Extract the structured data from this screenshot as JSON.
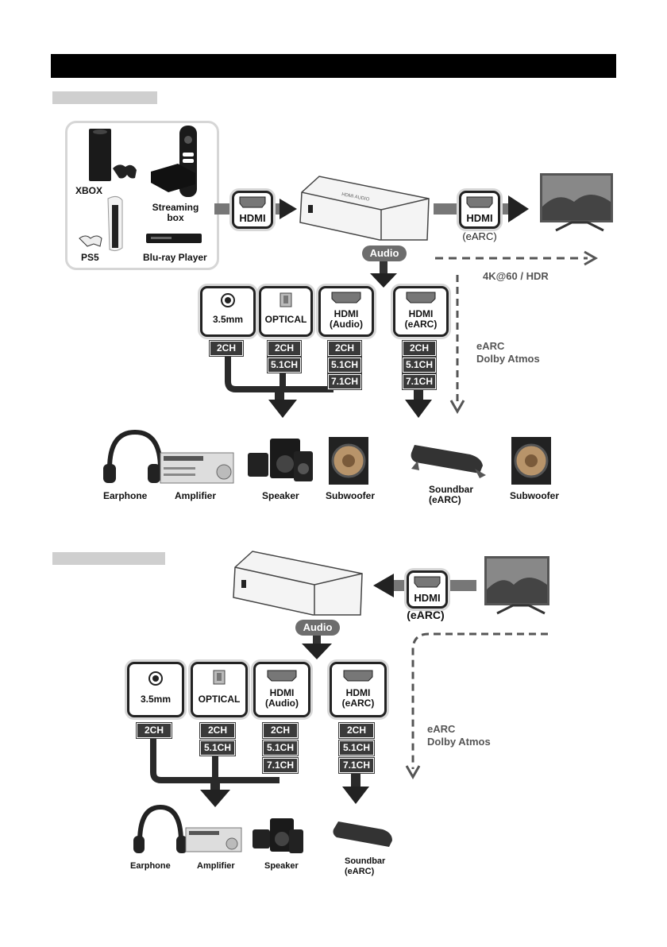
{
  "sections": [
    {
      "sources": {
        "xbox": "XBOX",
        "streaming_box": "Streaming\nbox",
        "ps5": "PS5",
        "bluray": "Blu-ray Player"
      },
      "input_port": "HDMI",
      "output_port": "HDMI",
      "output_port_note": "(eARC)",
      "passthrough_label": "4K@60 / HDR",
      "audio_pill": "Audio",
      "ports": [
        {
          "label": "3.5mm",
          "icon": "jack-icon",
          "channels": [
            "2CH"
          ]
        },
        {
          "label": "OPTICAL",
          "icon": "optical-icon",
          "channels": [
            "2CH",
            "5.1CH"
          ]
        },
        {
          "label": "HDMI\n(Audio)",
          "icon": "hdmi-icon",
          "channels": [
            "2CH",
            "5.1CH",
            "7.1CH"
          ]
        },
        {
          "label": "HDMI\n(eARC)",
          "icon": "hdmi-icon",
          "channels": [
            "2CH",
            "5.1CH",
            "7.1CH"
          ]
        }
      ],
      "earc_note": "eARC\nDolby Atmos",
      "devices_left": [
        "Earphone",
        "Amplifier",
        "Speaker",
        "Subwoofer"
      ],
      "devices_right": [
        "Soundbar\n(eARC)",
        "Subwoofer"
      ]
    },
    {
      "tv_port": "HDMI",
      "tv_port_note": "(eARC)",
      "audio_pill": "Audio",
      "ports": [
        {
          "label": "3.5mm",
          "icon": "jack-icon",
          "channels": [
            "2CH"
          ]
        },
        {
          "label": "OPTICAL",
          "icon": "optical-icon",
          "channels": [
            "2CH",
            "5.1CH"
          ]
        },
        {
          "label": "HDMI\n(Audio)",
          "icon": "hdmi-icon",
          "channels": [
            "2CH",
            "5.1CH",
            "7.1CH"
          ]
        },
        {
          "label": "HDMI\n(eARC)",
          "icon": "hdmi-icon",
          "channels": [
            "2CH",
            "5.1CH",
            "7.1CH"
          ]
        }
      ],
      "earc_note": "eARC\nDolby Atmos",
      "devices_left": [
        "Earphone",
        "Amplifier",
        "Speaker"
      ],
      "devices_right": [
        "Soundbar\n(eARC)"
      ]
    }
  ]
}
